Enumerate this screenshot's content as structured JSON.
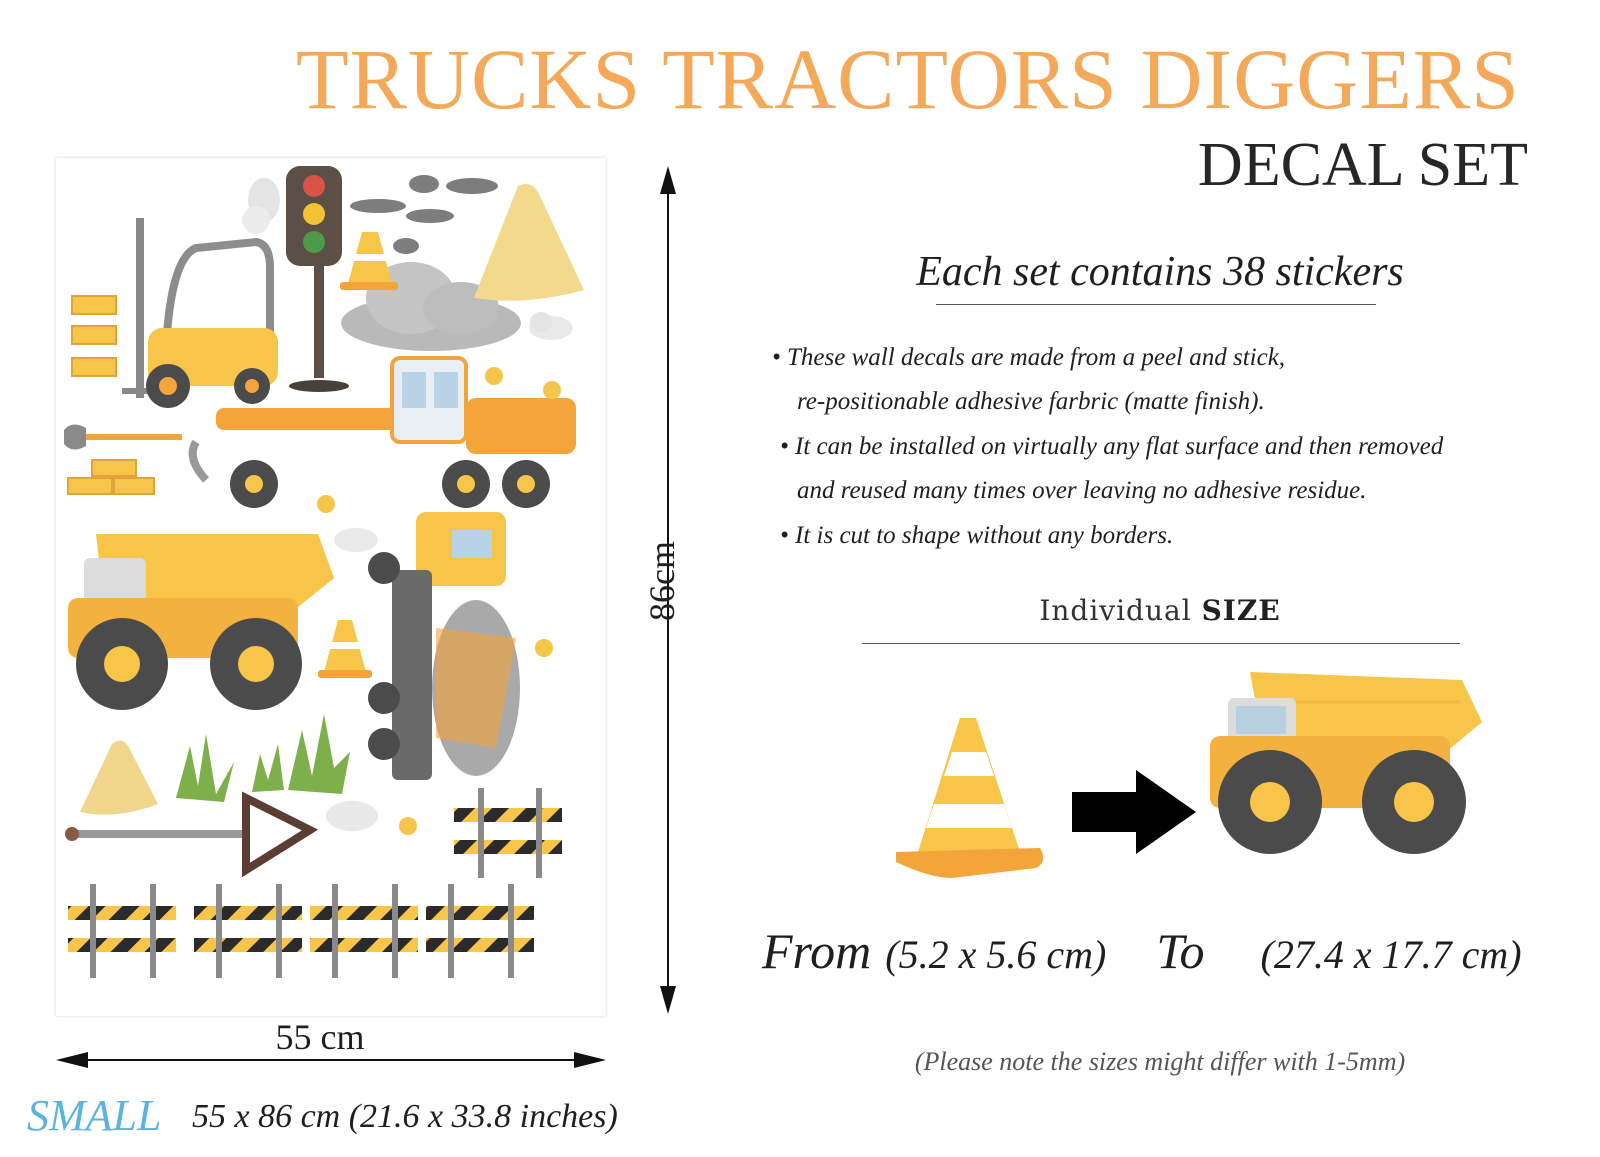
{
  "title": "TRUCKS TRACTORS DIGGERS",
  "subtitle": "DECAL SET",
  "dimensions": {
    "height_label": "86cm",
    "width_label": "55 cm"
  },
  "size_line": {
    "label": "SMALL",
    "dims": "55 x 86 cm (21.6 x 33.8 inches)"
  },
  "info": {
    "heading": "Each set contains 38 stickers",
    "bullets": [
      "• These wall decals are made from a peel and stick,",
      "re-positionable adhesive farbric (matte finish).",
      "• It can be installed on virtually any flat surface and then removed",
      "and reused many times over leaving no adhesive residue.",
      "• It is cut to shape without any borders."
    ]
  },
  "individual_size": {
    "heading_regular": "Individual",
    "heading_bold": "SIZE",
    "from_word": "From",
    "from_dims": "(5.2 x 5.6 cm)",
    "to_word": "To",
    "to_dims": "(27.4 x 17.7 cm)",
    "note": "(Please note the sizes might differ with 1-5mm)"
  },
  "icons": [
    "traffic-light-icon",
    "forklift-icon",
    "grader-icon",
    "dump-truck-icon",
    "cement-mixer-icon",
    "traffic-cone-icon",
    "barrier-icon",
    "road-sign-icon",
    "sand-pile-icon",
    "cloud-icon",
    "rock-icon",
    "shovel-icon",
    "bricks-icon",
    "grass-icon",
    "flower-icon",
    "arrow-right-icon"
  ],
  "colors": {
    "title": "#f4a859",
    "small_label": "#5ab3e0",
    "sticker_yellow": "#f6c54a",
    "sticker_orange": "#f3a43a",
    "sticker_grey": "#9a9a9a"
  }
}
